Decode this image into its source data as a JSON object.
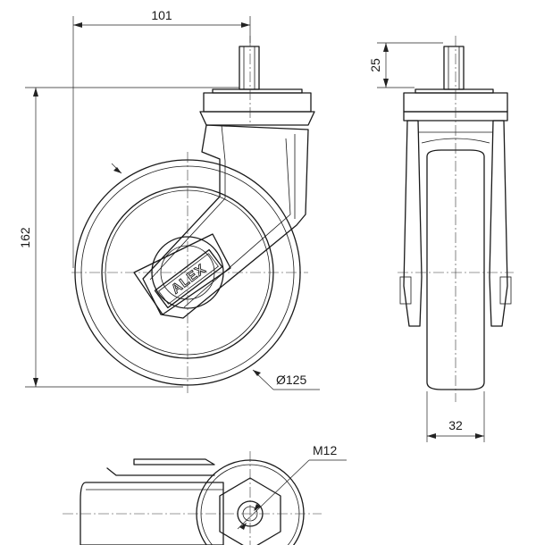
{
  "dimensions": {
    "width_top": "101",
    "stem_height": "25",
    "total_height": "162",
    "wheel_diameter": "Ø125",
    "wheel_width": "32",
    "thread": "M12"
  },
  "brand": {
    "logo_text": "ALEX"
  }
}
